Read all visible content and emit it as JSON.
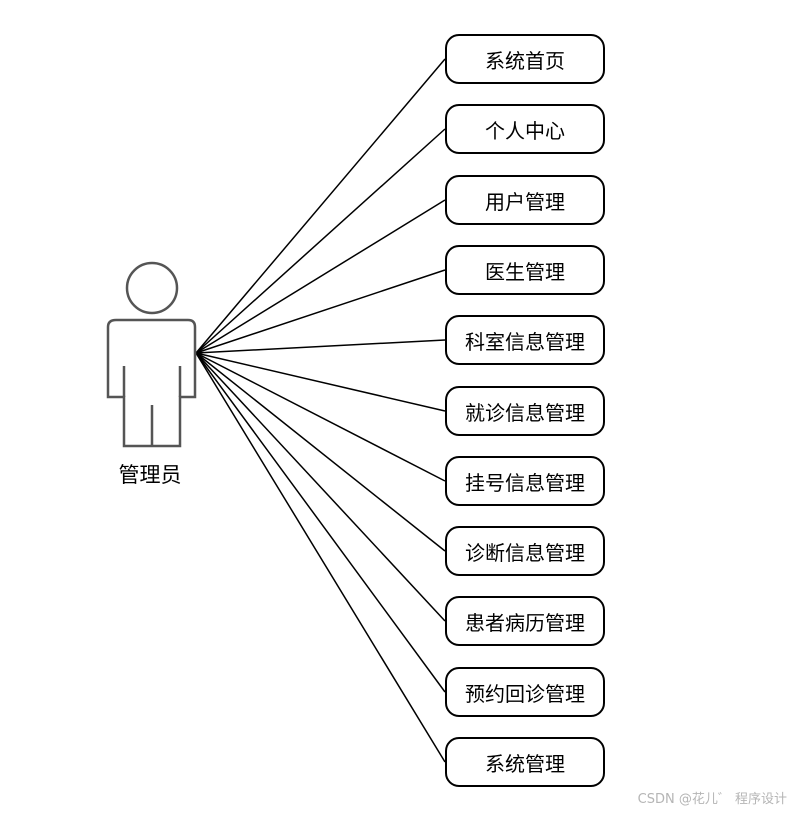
{
  "actor": {
    "label": "管理员"
  },
  "use_cases": [
    "系统首页",
    "个人中心",
    "用户管理",
    "医生管理",
    "科室信息管理",
    "就诊信息管理",
    "挂号信息管理",
    "诊断信息管理",
    "患者病历管理",
    "预约回诊管理",
    "系统管理"
  ],
  "watermark": "CSDN @花儿゛ 程序设计",
  "colors": {
    "line": "#000000",
    "actor_stroke": "#555555",
    "watermark": "#b5b5b5"
  }
}
